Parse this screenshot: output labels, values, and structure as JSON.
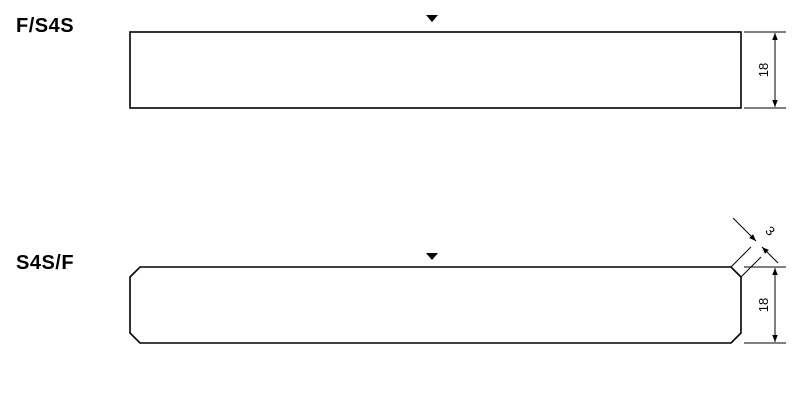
{
  "profiles": [
    {
      "label": "F/S4S",
      "thickness": "18",
      "edge": "square"
    },
    {
      "label": "S4S/F",
      "thickness": "18",
      "chamfer": "3",
      "edge": "chamfered"
    }
  ],
  "colors": {
    "line": "#000000",
    "background": "#ffffff"
  },
  "icons": {
    "face_marker": "triangle-down-icon"
  }
}
